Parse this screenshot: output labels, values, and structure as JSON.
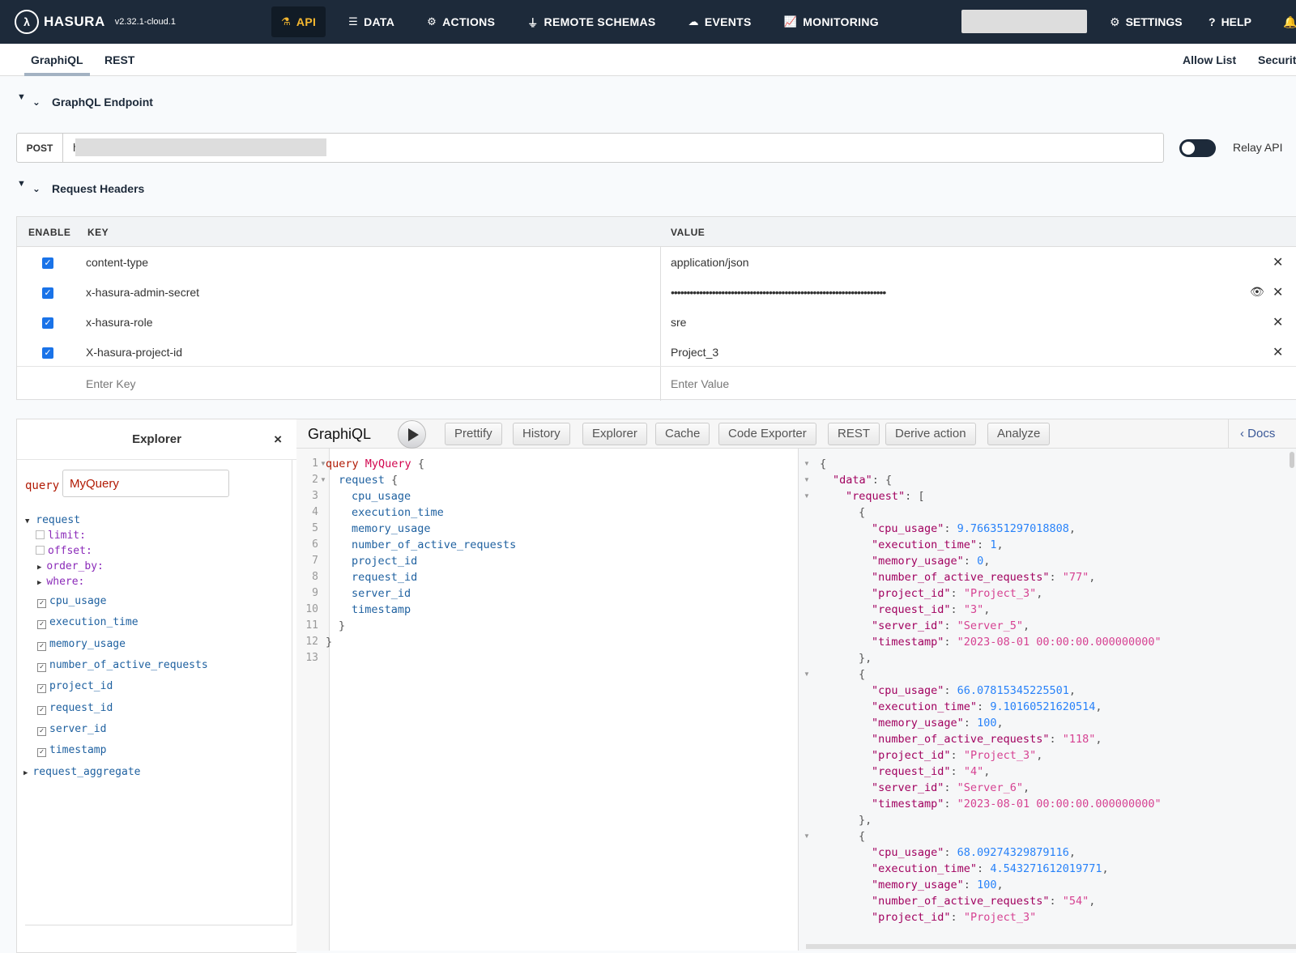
{
  "topnav": {
    "brand": "HASURA",
    "version": "v2.32.1-cloud.1",
    "items": [
      {
        "label": "API",
        "icon": "flask-icon",
        "active": true
      },
      {
        "label": "DATA",
        "icon": "database-icon"
      },
      {
        "label": "ACTIONS",
        "icon": "actions-icon"
      },
      {
        "label": "REMOTE SCHEMAS",
        "icon": "plug-icon"
      },
      {
        "label": "EVENTS",
        "icon": "cloud-icon"
      },
      {
        "label": "MONITORING",
        "icon": "chart-icon"
      }
    ],
    "settings": "SETTINGS",
    "help": "HELP"
  },
  "subnav": {
    "tabs": [
      "GraphiQL",
      "REST"
    ],
    "right": [
      "Allow List",
      "Security"
    ]
  },
  "endpoint": {
    "section_title": "GraphQL Endpoint",
    "method": "POST",
    "url": "h",
    "relay_label": "Relay API"
  },
  "headers": {
    "section_title": "Request Headers",
    "columns": {
      "enable": "ENABLE",
      "key": "KEY",
      "value": "VALUE"
    },
    "rows": [
      {
        "key": "content-type",
        "value": "application/json"
      },
      {
        "key": "x-hasura-admin-secret",
        "value": "••••••••••••••••••••••••••••••••••••••••••••••••••••••••••••••••••••"
      },
      {
        "key": "x-hasura-role",
        "value": "sre"
      },
      {
        "key": "X-hasura-project-id",
        "value": "Project_3"
      }
    ],
    "key_placeholder": "Enter Key",
    "value_placeholder": "Enter Value"
  },
  "explorer": {
    "title": "Explorer",
    "query_keyword": "query",
    "query_name": "MyQuery",
    "root": "request",
    "args": [
      "limit:",
      "offset:",
      "order_by:",
      "where:"
    ],
    "fields": [
      "cpu_usage",
      "execution_time",
      "memory_usage",
      "number_of_active_requests",
      "project_id",
      "request_id",
      "server_id",
      "timestamp"
    ],
    "aggregate": "request_aggregate"
  },
  "graphiql": {
    "title": "GraphiQL",
    "buttons": [
      "Prettify",
      "History",
      "Explorer",
      "Cache",
      "Code Exporter",
      "REST",
      "Derive action",
      "Analyze"
    ],
    "docs": "Docs"
  },
  "editor": {
    "lines": [
      {
        "n": "1",
        "indent": 0,
        "kw": "query",
        "name": "MyQuery",
        "tail": " {"
      },
      {
        "n": "2",
        "indent": 1,
        "field": "request",
        "tail": " {"
      },
      {
        "n": "3",
        "indent": 2,
        "field": "cpu_usage"
      },
      {
        "n": "4",
        "indent": 2,
        "field": "execution_time"
      },
      {
        "n": "5",
        "indent": 2,
        "field": "memory_usage"
      },
      {
        "n": "6",
        "indent": 2,
        "field": "number_of_active_requests"
      },
      {
        "n": "7",
        "indent": 2,
        "field": "project_id"
      },
      {
        "n": "8",
        "indent": 2,
        "field": "request_id"
      },
      {
        "n": "9",
        "indent": 2,
        "field": "server_id"
      },
      {
        "n": "10",
        "indent": 2,
        "field": "timestamp"
      },
      {
        "n": "11",
        "indent": 1,
        "tail": "}"
      },
      {
        "n": "12",
        "indent": 0,
        "tail": "}"
      },
      {
        "n": "13",
        "indent": 0
      }
    ]
  },
  "result": {
    "records": [
      {
        "cpu_usage": "9.766351297018808",
        "execution_time": "1",
        "memory_usage": "0",
        "number_of_active_requests": "\"77\"",
        "project_id": "\"Project_3\"",
        "request_id": "\"3\"",
        "server_id": "\"Server_5\"",
        "timestamp": "\"2023-08-01 00:00:00.000000000\""
      },
      {
        "cpu_usage": "66.07815345225501",
        "execution_time": "9.10160521620514",
        "memory_usage": "100",
        "number_of_active_requests": "\"118\"",
        "project_id": "\"Project_3\"",
        "request_id": "\"4\"",
        "server_id": "\"Server_6\"",
        "timestamp": "\"2023-08-01 00:00:00.000000000\""
      },
      {
        "cpu_usage": "68.09274329879116",
        "execution_time": "4.543271612019771",
        "memory_usage": "100",
        "number_of_active_requests": "\"54\"",
        "project_id": "\"Project_3\""
      }
    ]
  }
}
